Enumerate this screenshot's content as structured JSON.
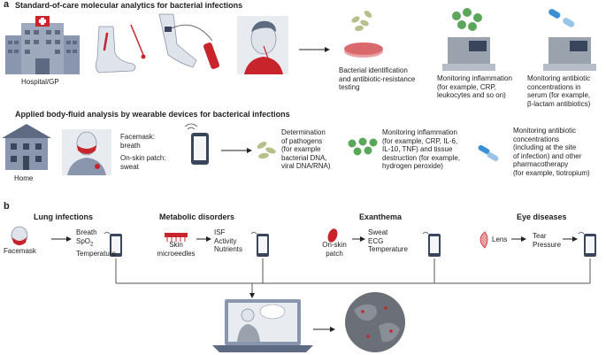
{
  "panel_a": {
    "label": "a",
    "title": "Standard-of-care molecular analytics for bacterial infections",
    "hospital_label": "Hospital/GP",
    "results": [
      {
        "line1": "Bacterial identification",
        "line2": "and antibiotic-resistance",
        "line3": "testing"
      },
      {
        "line1": "Monitoring inflammation",
        "line2": "(for example, CRP,",
        "line3": "leukocytes and so on)"
      },
      {
        "line1": "Monitoring antibiotic",
        "line2": "concentrations in",
        "line3": "serum (for example,",
        "line4": "β-lactam antibiotics)"
      }
    ],
    "wearable_title": "Applied body-fluid analysis by wearable devices for bacterical infections",
    "home_label": "Home",
    "facemask_line1": "Facemask:",
    "facemask_line2": "breath",
    "patch_line1": "On-skin patch:",
    "patch_line2": "sweat",
    "w_results": [
      {
        "l1": "Determination",
        "l2": "of pathogens",
        "l3": "(for example",
        "l4": "bacterial DNA,",
        "l5": "viral DNA/RNA)"
      },
      {
        "l1": "Monitoring inflammation",
        "l2": "(for example, CRP, IL-6,",
        "l3": "IL-10, TNF) and tissue",
        "l4": "destruction (for example,",
        "l5": "hydrogen peroxide)"
      },
      {
        "l1": "Monitoring antibiotic",
        "l2": "concentrations",
        "l3": "(including at the site",
        "l4": "of infection) and other",
        "l5": "pharmacotherapy",
        "l6": "(for example, tiotropium)"
      }
    ]
  },
  "panel_b": {
    "label": "b",
    "groups": [
      {
        "title": "Lung infections",
        "device": "Facemask",
        "m1": "Breath",
        "m2": "SpO",
        "m2_sub": "2",
        "m3": "Temperature"
      },
      {
        "title": "Metabolic disorders",
        "device_l1": "Skin",
        "device_l2": "microeedles",
        "m1": "ISF",
        "m2": "Activity",
        "m3": "Nutrients"
      },
      {
        "title": "Exanthema",
        "device_l1": "On-skin",
        "device_l2": "patch",
        "m1": "Sweat",
        "m2": "ECG",
        "m3": "Temperature"
      },
      {
        "title": "Eye diseases",
        "device": "Lens",
        "m1": "Tear",
        "m2": "Pressure"
      }
    ]
  },
  "colors": {
    "building": "#8a96ad",
    "building_dark": "#5d6a82",
    "skin": "#dfe3ea",
    "red": "#c8242c",
    "green": "#5aa65a",
    "bacteria": "#b9bf8a",
    "blue": "#3b8fd4",
    "globe": "#6b6f78",
    "phone": "#39455a",
    "machine": "#9aa2ad"
  }
}
